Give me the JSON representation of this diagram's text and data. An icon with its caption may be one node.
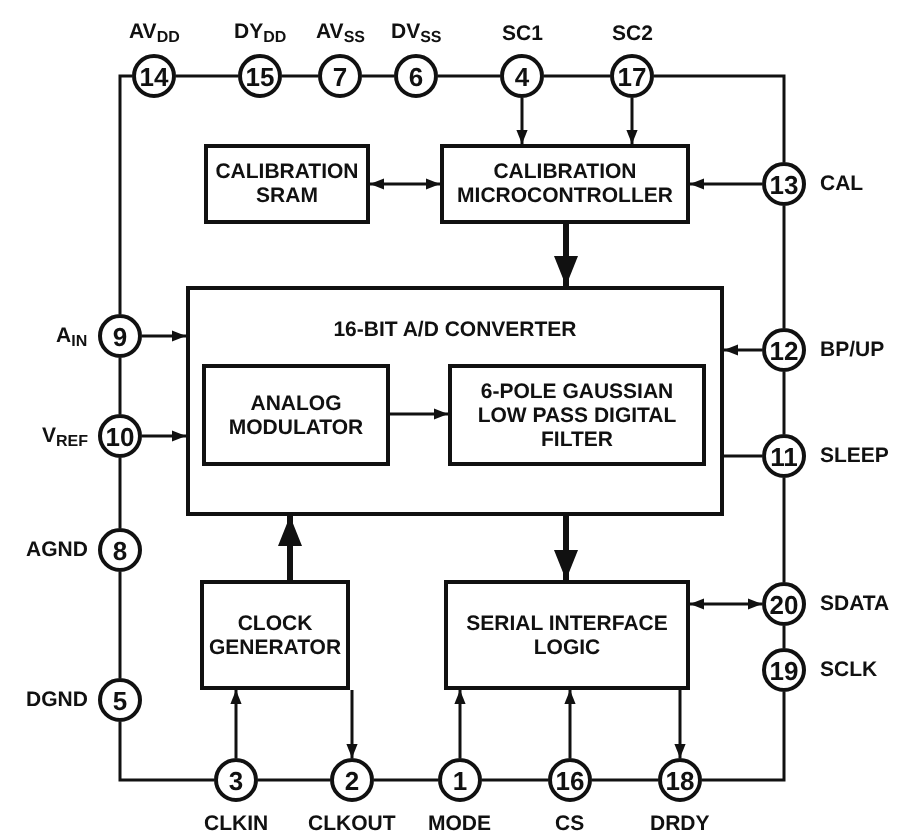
{
  "diagram": {
    "nodes": [
      {
        "text": [
          "CALIBRATION SRAM"
        ]
      },
      {
        "text": [
          "CALIBRATION MICROCONTROLLER"
        ]
      },
      {
        "text": [
          "16-BIT A/D CONVERTER"
        ]
      },
      {
        "text": [
          "ANALOG MODULATOR"
        ],
        "in": 2
      },
      {
        "text": [
          "6-POLE GAUSSIAN LOW PASS DIGITAL FILTER"
        ],
        "in": 2
      },
      {
        "text": [
          "CLOCK GENERATOR"
        ]
      },
      {
        "text": [
          "SERIAL INTERFACE LOGIC"
        ]
      },
      {
        "text": [
          "14"
        ],
        "beside": [
          "AV$_{DD}$"
        ]
      },
      {
        "text": [
          "15"
        ],
        "beside": [
          "DY$_{DD}$"
        ]
      },
      {
        "text": [
          "7"
        ],
        "beside": [
          "AV$_{SS}$"
        ]
      },
      {
        "text": [
          "6"
        ],
        "beside": [
          "DV$_{SS}$"
        ]
      },
      {
        "text": [
          "4"
        ],
        "beside": [
          "SC1"
        ]
      },
      {
        "text": [
          "17"
        ],
        "beside": [
          "SC2"
        ]
      },
      {
        "text": [
          "13"
        ],
        "beside": [
          "CAL"
        ]
      },
      {
        "text": [
          "9"
        ],
        "beside": [
          "A$_{IN}$"
        ]
      },
      {
        "text": [
          "12"
        ],
        "beside": [
          "BP/UP"
        ]
      },
      {
        "text": [
          "10"
        ],
        "beside": [
          "V$_{REF}$"
        ]
      },
      {
        "text": [
          "11"
        ],
        "beside": [
          "SLEEP"
        ]
      },
      {
        "text": [
          "8"
        ],
        "beside": [
          "AGND"
        ]
      },
      {
        "text": [
          "20"
        ],
        "beside": [
          "SDATA"
        ]
      },
      {
        "text": [
          "19"
        ],
        "beside": [
          "SCLK"
        ]
      },
      {
        "text": [
          "5"
        ],
        "beside": [
          "DGND"
        ]
      },
      {
        "text": [
          "3"
        ],
        "beside": [
          "CLKIN"
        ]
      },
      {
        "text": [
          "2"
        ],
        "beside": [
          "CLKOUT"
        ]
      },
      {
        "text": [
          "1"
        ],
        "beside": [
          "MODE"
        ]
      },
      {
        "text": [
          "16"
        ],
        "beside": [
          "CS"
        ]
      },
      {
        "text": [
          "18"
        ],
        "beside": [
          "DRDY"
        ]
      }
    ],
    "edges": [
      {
        "from": 0,
        "to": 1,
        "arrow": "both"
      },
      {
        "from": 11,
        "to": 1,
        "arrow": "to"
      },
      {
        "from": 12,
        "to": 1,
        "arrow": "to"
      },
      {
        "from": 13,
        "to": 1,
        "arrow": "to"
      },
      {
        "from": 1,
        "to": 2,
        "arrow": "to",
        "style": "thick"
      },
      {
        "from": 14,
        "to": 2,
        "arrow": "to"
      },
      {
        "from": 16,
        "to": 2,
        "arrow": "to"
      },
      {
        "from": 15,
        "to": 2,
        "arrow": "to"
      },
      {
        "from": 17,
        "to": 2,
        "arrow": "none"
      },
      {
        "from": 3,
        "to": 4,
        "arrow": "to"
      },
      {
        "from": 5,
        "to": 2,
        "arrow": "to",
        "style": "thick"
      },
      {
        "from": 2,
        "to": 6,
        "arrow": "to",
        "style": "thick"
      },
      {
        "from": 6,
        "to": 19,
        "arrow": "both"
      },
      {
        "from": 22,
        "to": 5,
        "arrow": "to"
      },
      {
        "from": 5,
        "to": 23,
        "arrow": "to"
      },
      {
        "from": 24,
        "to": 6,
        "arrow": "to"
      },
      {
        "from": 25,
        "to": 6,
        "arrow": "to"
      },
      {
        "from": 6,
        "to": 26,
        "arrow": "to"
      },
      {
        "from": 7,
        "to": 8,
        "arrow": "none"
      },
      {
        "from": 8,
        "to": 9,
        "arrow": "none"
      },
      {
        "from": 9,
        "to": 10,
        "arrow": "none"
      },
      {
        "from": 10,
        "to": 11,
        "arrow": "none"
      },
      {
        "from": 11,
        "to": 12,
        "arrow": "none"
      },
      {
        "from": 12,
        "to": 13,
        "arrow": "none"
      },
      {
        "from": 13,
        "to": 15,
        "arrow": "none"
      },
      {
        "from": 15,
        "to": 17,
        "arrow": "none"
      },
      {
        "from": 17,
        "to": 19,
        "arrow": "none"
      },
      {
        "from": 19,
        "to": 20,
        "arrow": "none"
      },
      {
        "from": 20,
        "to": 26,
        "arrow": "none"
      },
      {
        "from": 26,
        "to": 25,
        "arrow": "none"
      },
      {
        "from": 25,
        "to": 24,
        "arrow": "none"
      },
      {
        "from": 24,
        "to": 23,
        "arrow": "none"
      },
      {
        "from": 23,
        "to": 22,
        "arrow": "none"
      },
      {
        "from": 22,
        "to": 21,
        "arrow": "none"
      },
      {
        "from": 21,
        "to": 18,
        "arrow": "none"
      },
      {
        "from": 18,
        "to": 16,
        "arrow": "none"
      },
      {
        "from": 16,
        "to": 14,
        "arrow": "none"
      },
      {
        "from": 14,
        "to": 7,
        "arrow": "none"
      }
    ]
  }
}
